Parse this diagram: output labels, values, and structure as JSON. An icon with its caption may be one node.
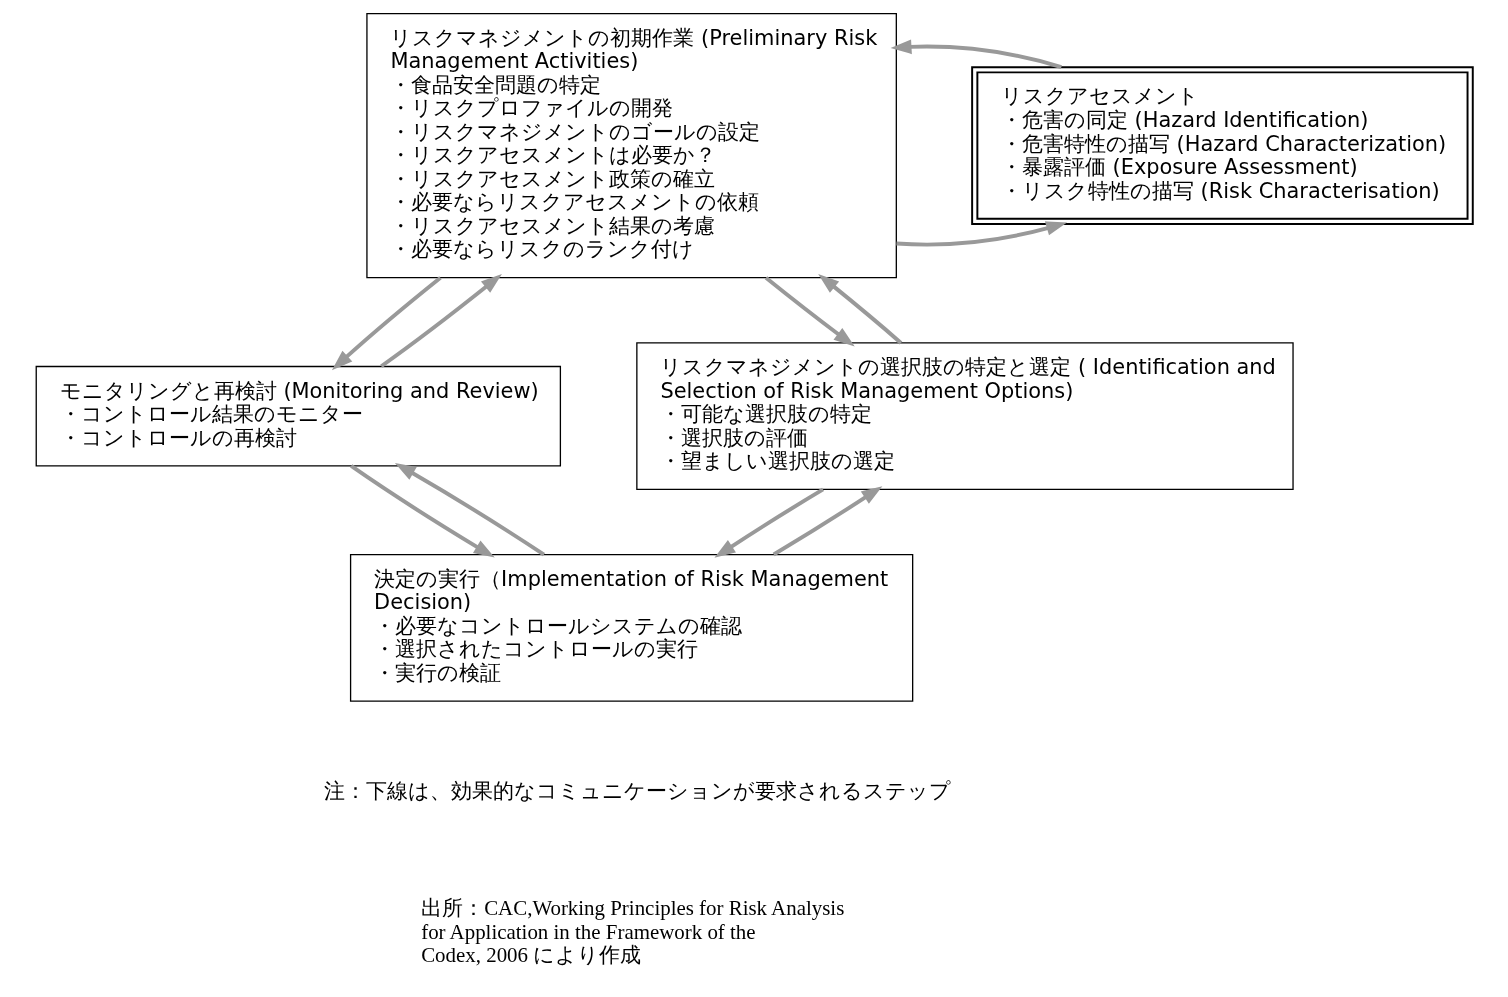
{
  "diagram": {
    "nodes": [
      {
        "text": [
          "リスクマネジメントの初期作業 (Preliminary Risk Management Activities)",
          "・食品安全問題の特定",
          "・リスクプロファイルの開発",
          "・リスクマネジメントのゴールの設定",
          "・リスクアセスメントは必要か？",
          "・リスクアセスメント政策の確立",
          "・必要ならリスクアセスメントの依頼",
          "・リスクアセスメント結果の考慮",
          "・必要ならリスクのランク付け"
        ]
      },
      {
        "text": [
          "リスクアセスメント",
          "・危害の同定 (Hazard Identification)",
          "・危害特性の描写 (Hazard Characterization)",
          "・暴露評価 (Exposure Assessment)",
          "・リスク特性の描写 (Risk Characterisation)"
        ]
      },
      {
        "text": [
          "モニタリングと再検討 (Monitoring and Review)",
          "・コントロール結果のモニター",
          "・コントロールの再検討"
        ]
      },
      {
        "text": [
          "リスクマネジメントの選択肢の特定と選定 ( Identification and Selection of Risk Management Options)",
          "・可能な選択肢の特定",
          "・選択肢の評価",
          "・望ましい選択肢の選定"
        ]
      },
      {
        "text": [
          "決定の実行（Implementation of Risk Management Decision)",
          "・必要なコントロールシステムの確認",
          "・選択されたコントロールの実行",
          "・実行の検証"
        ]
      }
    ],
    "edges": [
      {
        "from": 0,
        "to": 1,
        "arrow": "to"
      },
      {
        "from": 1,
        "to": 0,
        "arrow": "to"
      },
      {
        "from": 0,
        "to": 3,
        "arrow": "to"
      },
      {
        "from": 3,
        "to": 0,
        "arrow": "to"
      },
      {
        "from": 0,
        "to": 2,
        "arrow": "to"
      },
      {
        "from": 2,
        "to": 0,
        "arrow": "to"
      },
      {
        "from": 2,
        "to": 4,
        "arrow": "to"
      },
      {
        "from": 4,
        "to": 3,
        "arrow": "to"
      },
      {
        "from": 3,
        "to": 4,
        "arrow": "to"
      },
      {
        "from": 4,
        "to": 2,
        "arrow": "to"
      }
    ],
    "labels": [
      "注：下線は、効果的なコミュニケーションが要求されるステップ",
      "出所：CAC,Working Principles for Risk Analysis for Application in the Framework of the Codex, 2006 により作成"
    ]
  }
}
